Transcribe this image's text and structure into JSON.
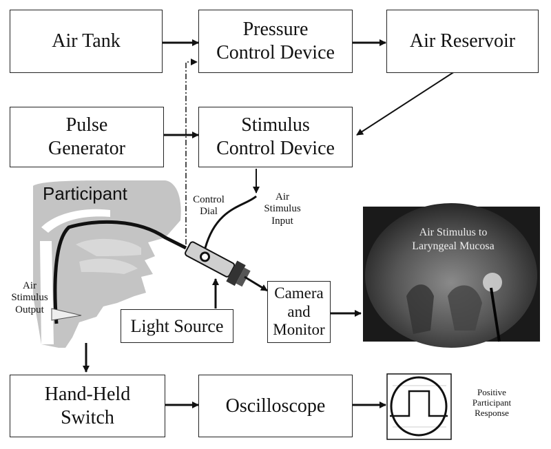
{
  "boxes": {
    "air_tank": "Air Tank",
    "pressure_control": "Pressure\nControl Device",
    "air_reservoir": "Air Reservoir",
    "pulse_generator": "Pulse\nGenerator",
    "stimulus_control": "Stimulus\nControl Device",
    "light_source": "Light Source",
    "camera_monitor": "Camera\nand\nMonitor",
    "hand_held_switch": "Hand-Held\nSwitch",
    "oscilloscope": "Oscilloscope"
  },
  "labels": {
    "participant": "Participant",
    "control_dial": "Control\nDial",
    "air_stimulus_input": "Air\nStimulus\nInput",
    "air_stimulus_output": "Air\nStimulus\nOutput",
    "photo_caption": "Air Stimulus to\nLaryngeal Mucosa",
    "positive_response": "Positive\nParticipant\nResponse"
  },
  "colors": {
    "line": "#111111",
    "anatomy": "#c8c8c8",
    "photo_bg": "#3a3a3a"
  }
}
